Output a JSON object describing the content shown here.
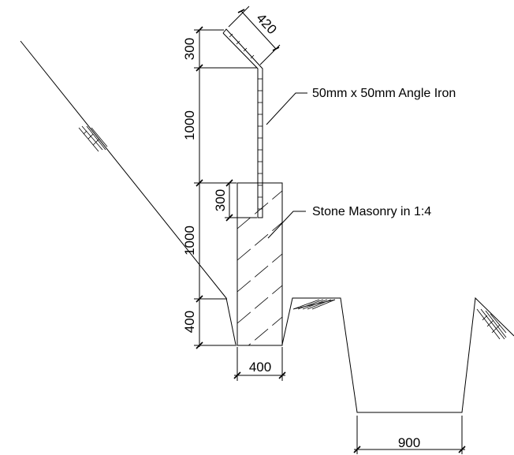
{
  "labels": {
    "angle_iron": "50mm x 50mm Angle Iron",
    "masonry": "Stone Masonry in 1:4"
  },
  "dimensions": {
    "bent_top": "300",
    "bent_length": "420",
    "upper_post": "1000",
    "embed_depth": "300",
    "masonry_height": "1000",
    "foundation_depth": "400",
    "masonry_width": "400",
    "drain_width": "900"
  }
}
